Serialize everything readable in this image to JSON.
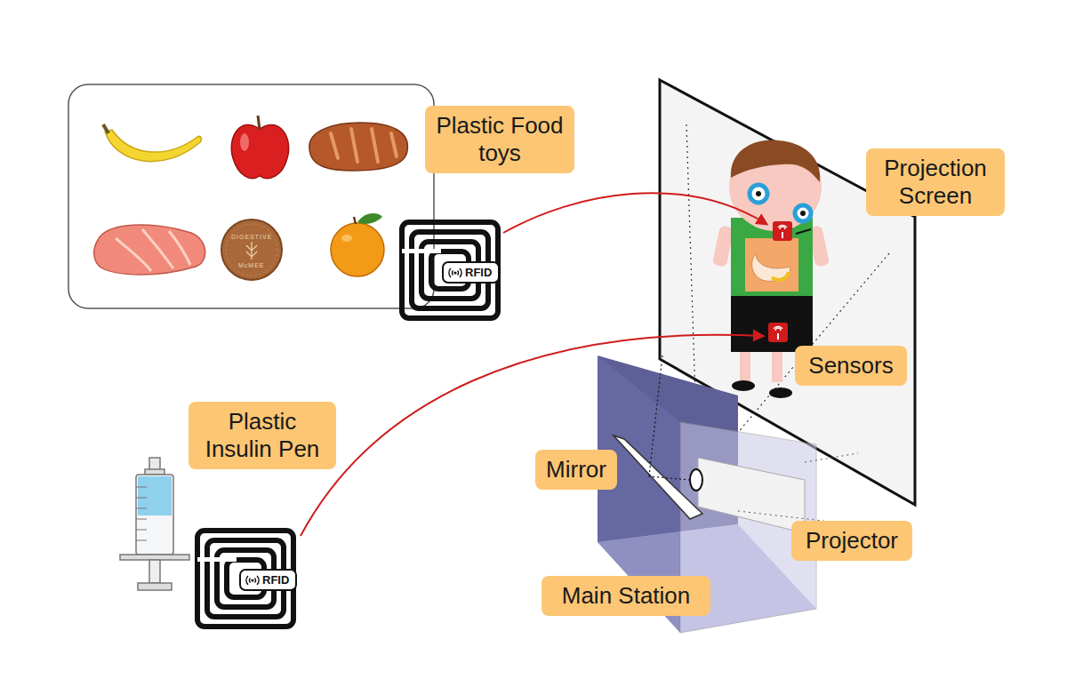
{
  "diagram": {
    "nodes": [
      {
        "text": [
          "Plastic Food toys"
        ]
      },
      {
        "text": [
          "RFID"
        ]
      },
      {
        "text": [
          "Projection Screen"
        ]
      },
      {
        "text": [
          "Sensors"
        ]
      },
      {
        "text": [
          "Plastic Insulin Pen"
        ]
      },
      {
        "text": [
          "Mirror"
        ]
      },
      {
        "text": [
          "Projector"
        ]
      },
      {
        "text": [
          "RFID"
        ]
      },
      {
        "text": [
          "Main Station"
        ]
      }
    ],
    "labels": [
      "DIGESTIVE",
      "McMEE"
    ]
  }
}
